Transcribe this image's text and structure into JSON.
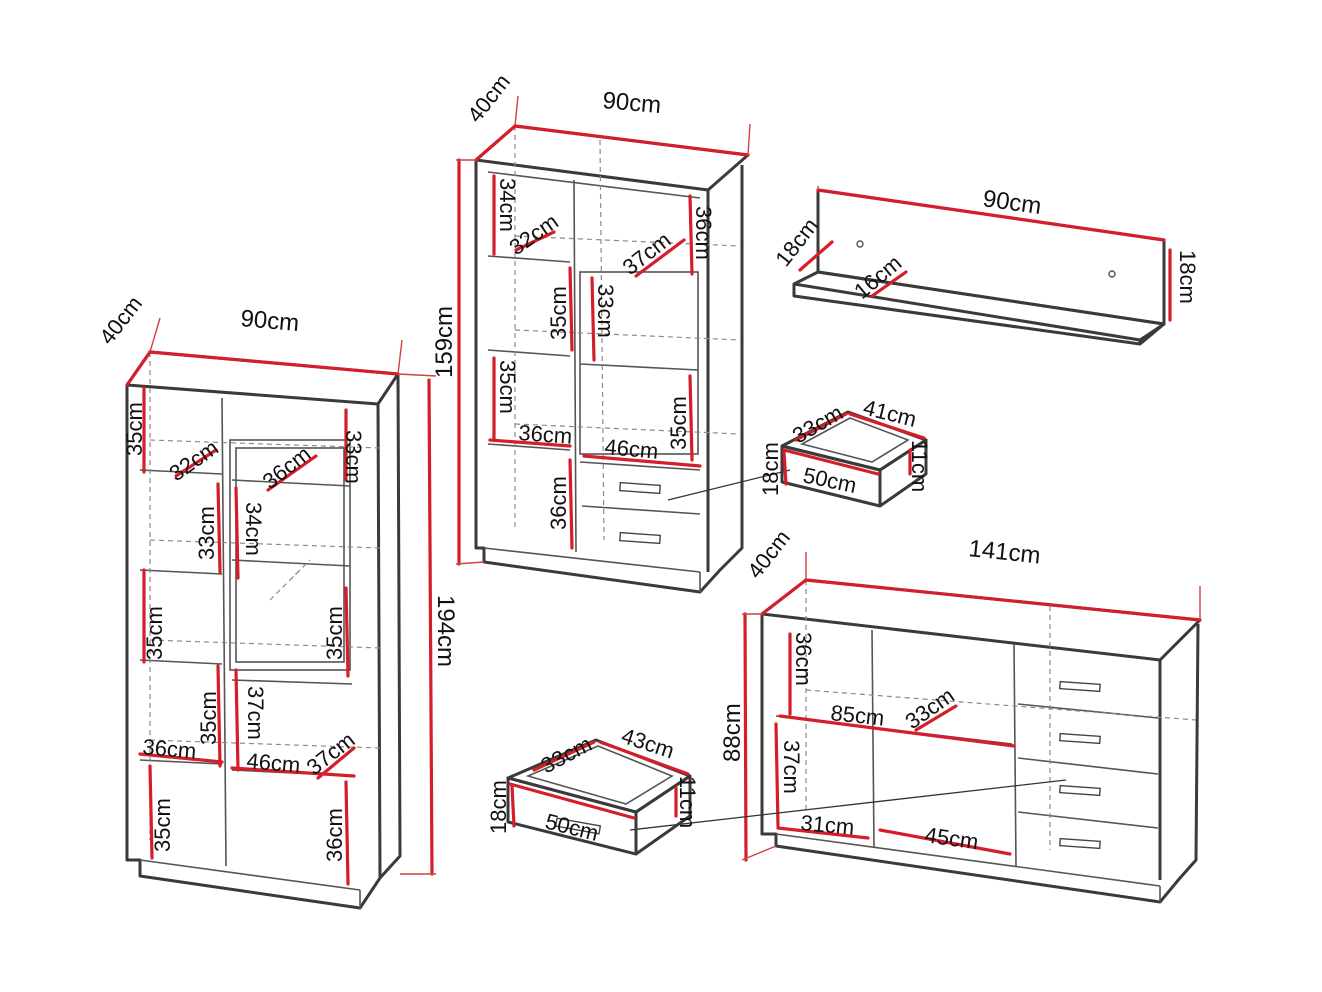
{
  "tall_cabinet": {
    "width": "90cm",
    "depth": "40cm",
    "height": "194cm",
    "shelves": [
      "35cm",
      "32cm",
      "36cm",
      "33cm",
      "33cm",
      "34cm",
      "35cm",
      "35cm",
      "35cm",
      "37cm",
      "36cm",
      "46cm",
      "37cm",
      "35cm",
      "36cm"
    ]
  },
  "medium_cabinet": {
    "width": "90cm",
    "depth": "40cm",
    "height": "159cm",
    "shelves": [
      "34cm",
      "32cm",
      "37cm",
      "36cm",
      "35cm",
      "33cm",
      "35cm",
      "36cm",
      "46cm",
      "35cm",
      "36cm"
    ]
  },
  "wall_shelf": {
    "width": "90cm",
    "depth": "16cm",
    "height": "18cm",
    "side": "18cm"
  },
  "drawer_small": {
    "front": "50cm",
    "depth": "41cm",
    "inner": "33cm",
    "height": "18cm",
    "side": "11cm"
  },
  "sideboard": {
    "width": "141cm",
    "depth": "40cm",
    "height": "88cm",
    "shelves": [
      "36cm",
      "85cm",
      "33cm",
      "37cm",
      "31cm",
      "45cm"
    ]
  },
  "drawer_large": {
    "front": "50cm",
    "depth": "43cm",
    "inner": "33cm",
    "height": "18cm",
    "side": "11cm"
  },
  "colors": {
    "outline": "#3a3a3a",
    "dimension": "#d41e2a"
  }
}
